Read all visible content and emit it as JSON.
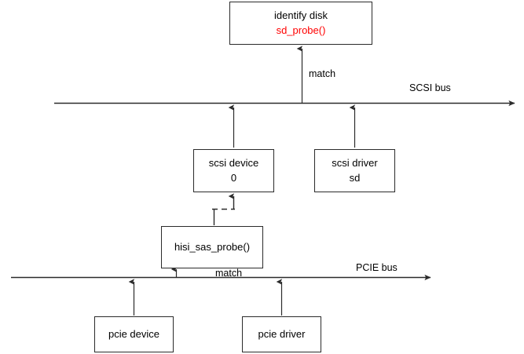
{
  "diagram": {
    "title_hidden": "",
    "colors": {
      "stroke": "#2b2b2b",
      "text": "#000000",
      "accent_red": "#ff0000",
      "background": "#ffffff"
    },
    "boxes": {
      "identify_disk": {
        "line1": "identify disk",
        "line2": "sd_probe()"
      },
      "scsi_device": {
        "line1": "scsi device",
        "line2": "0"
      },
      "scsi_driver": {
        "line1": "scsi driver",
        "line2": "sd"
      },
      "hisi_sas_probe": {
        "line1": "hisi_sas_probe()"
      },
      "pcie_device": {
        "line1": "pcie device"
      },
      "pcie_driver": {
        "line1": "pcie driver"
      }
    },
    "bus_labels": {
      "scsi_bus": "SCSI bus",
      "pcie_bus": "PCIE bus"
    },
    "edge_labels": {
      "scsi_match": "match",
      "pcie_match": "match"
    }
  }
}
